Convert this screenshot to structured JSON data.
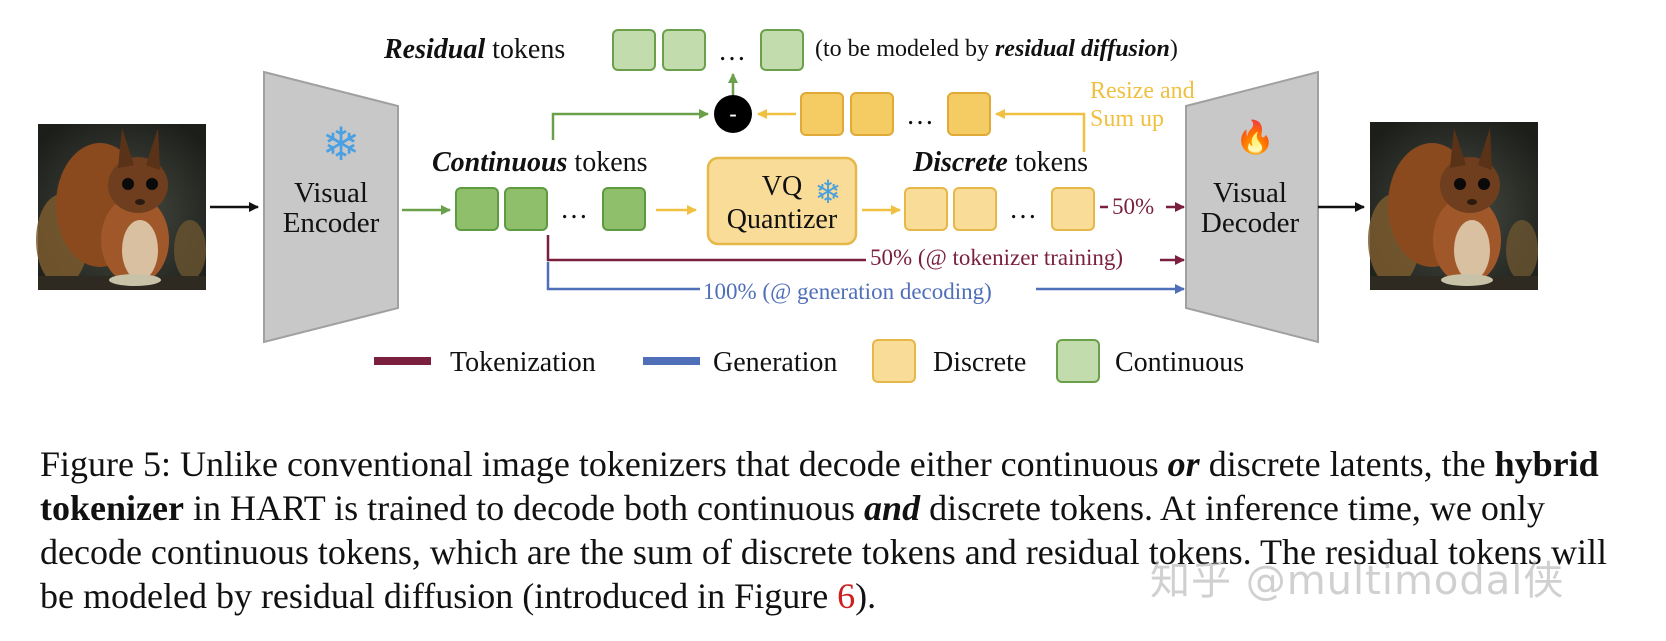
{
  "colors": {
    "continuous_fill": "#8fbf6a",
    "continuous_stroke": "#5e9a40",
    "continuous_light_fill": "#c3dcae",
    "continuous_light_stroke": "#6aa04a",
    "discrete_fill": "#f5cb63",
    "discrete_stroke": "#e0aa38",
    "discrete_light_fill": "#f8dc98",
    "discrete_light_stroke": "#e6b848",
    "tokenization": "#7a1f3d",
    "generation": "#4f6fb8",
    "green_arrow": "#6aa04a",
    "yellow_arrow": "#f0c040",
    "panel_fill": "#c8c8c8",
    "panel_stroke": "#a0a0a0"
  },
  "diagram": {
    "residual_label_em": "Residual",
    "residual_label_rest": " tokens",
    "residual_note_pre": "(to be modeled by ",
    "residual_note_em": "residual diffusion",
    "residual_note_post": ")",
    "subtract_symbol": "-",
    "resize_line1": "Resize and",
    "resize_line2": "Sum up",
    "encoder_line1": "Visual",
    "encoder_line2": "Encoder",
    "decoder_line1": "Visual",
    "decoder_line2": "Decoder",
    "continuous_label_em": "Continuous",
    "continuous_label_rest": " tokens",
    "discrete_label_em": "Discrete",
    "discrete_label_rest": " tokens",
    "vq_line1": "VQ",
    "vq_line2": "Quantizer",
    "ellipsis": "…",
    "pct_discrete": "50%",
    "pct_tokenizer": "50% (@ tokenizer training)",
    "pct_generation": "100% (@ generation decoding)",
    "frozen_icon": "❄",
    "fire_icon": "🔥"
  },
  "legend": {
    "tokenization": "Tokenization",
    "generation": "Generation",
    "discrete": "Discrete",
    "continuous": "Continuous"
  },
  "caption": {
    "p1": "Figure 5: Unlike conventional image tokenizers that decode either continuous ",
    "p2": "or",
    "p3": " discrete latents, the ",
    "p4": "hybrid tokenizer",
    "p5": " in HART is trained to decode both continuous ",
    "p6": "and",
    "p7": " discrete tokens. At inference time, we only decode continuous tokens, which are the sum of discrete tokens and residual tokens. The residual tokens will be modeled by residual diffusion (introduced in Figure ",
    "p8": "6",
    "p9": ")."
  },
  "watermark": "知乎 @multimodal侠"
}
